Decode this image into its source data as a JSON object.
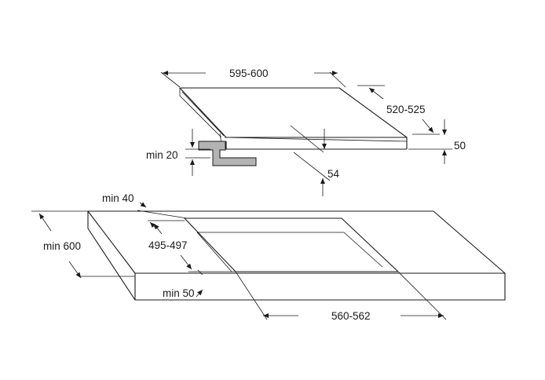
{
  "dimensions": {
    "hob_width": "595-600",
    "hob_depth": "520-525",
    "hob_height": "50",
    "clearance_min_bracket": "min 20",
    "below_clearance": "54",
    "edge_back_min": "min 40",
    "cutout_depth": "495-497",
    "worktop_depth_min": "min 600",
    "edge_front_min": "min 50",
    "cutout_width": "560-562"
  },
  "colors": {
    "line": "#1a1a1a",
    "bracket_fill": "#b3b3b3"
  }
}
